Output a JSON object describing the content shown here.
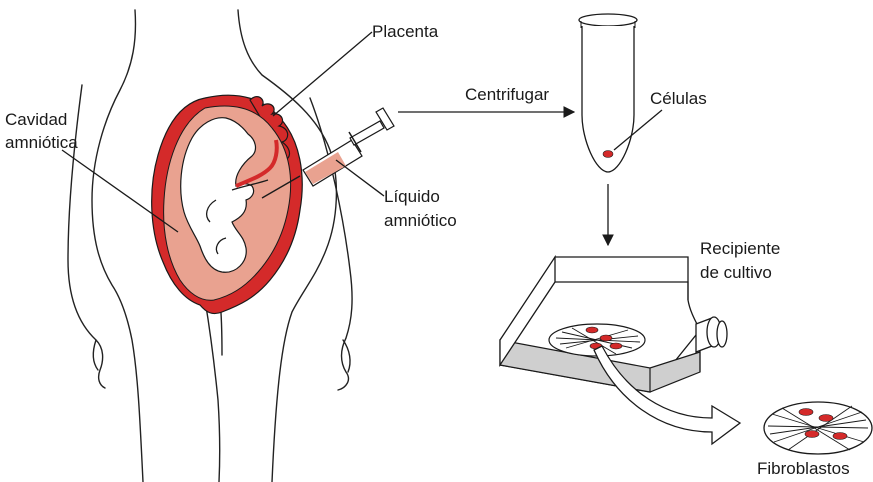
{
  "colors": {
    "uterus_red": "#d42a2a",
    "fluid_pink": "#e9a290",
    "fetus_fill": "#ffffff",
    "flask_gray": "#cfcfcf",
    "cell_red": "#d42a2a",
    "ink": "#1a1a1a"
  },
  "labels": {
    "placenta": "Placenta",
    "cavidad_line1": "Cavidad",
    "cavidad_line2": "amniótica",
    "liquido_line1": "Líquido",
    "liquido_line2": "amniótico",
    "centrifugar": "Centrifugar",
    "celulas": "Células",
    "recipiente_line1": "Recipiente",
    "recipiente_line2": "de cultivo",
    "fibroblastos": "Fibroblastos"
  },
  "icons": {
    "syringe": "syringe-icon",
    "test_tube": "test-tube-icon",
    "culture_flask": "culture-flask-icon",
    "petri_dish": "fibroblast-dish-icon"
  }
}
